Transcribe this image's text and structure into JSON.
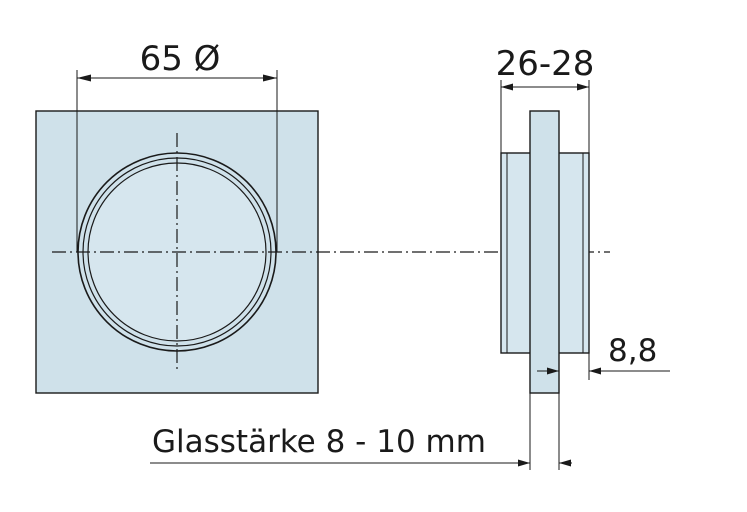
{
  "dimensions": {
    "diameter_label": "65 Ø",
    "depth_label": "26-28",
    "flange_label": "8,8",
    "glass_label": "Glasstärke 8 - 10 mm"
  },
  "colors": {
    "plate_fill": "#cfe1ea",
    "line": "#1a1a1a",
    "background": "#ffffff"
  }
}
